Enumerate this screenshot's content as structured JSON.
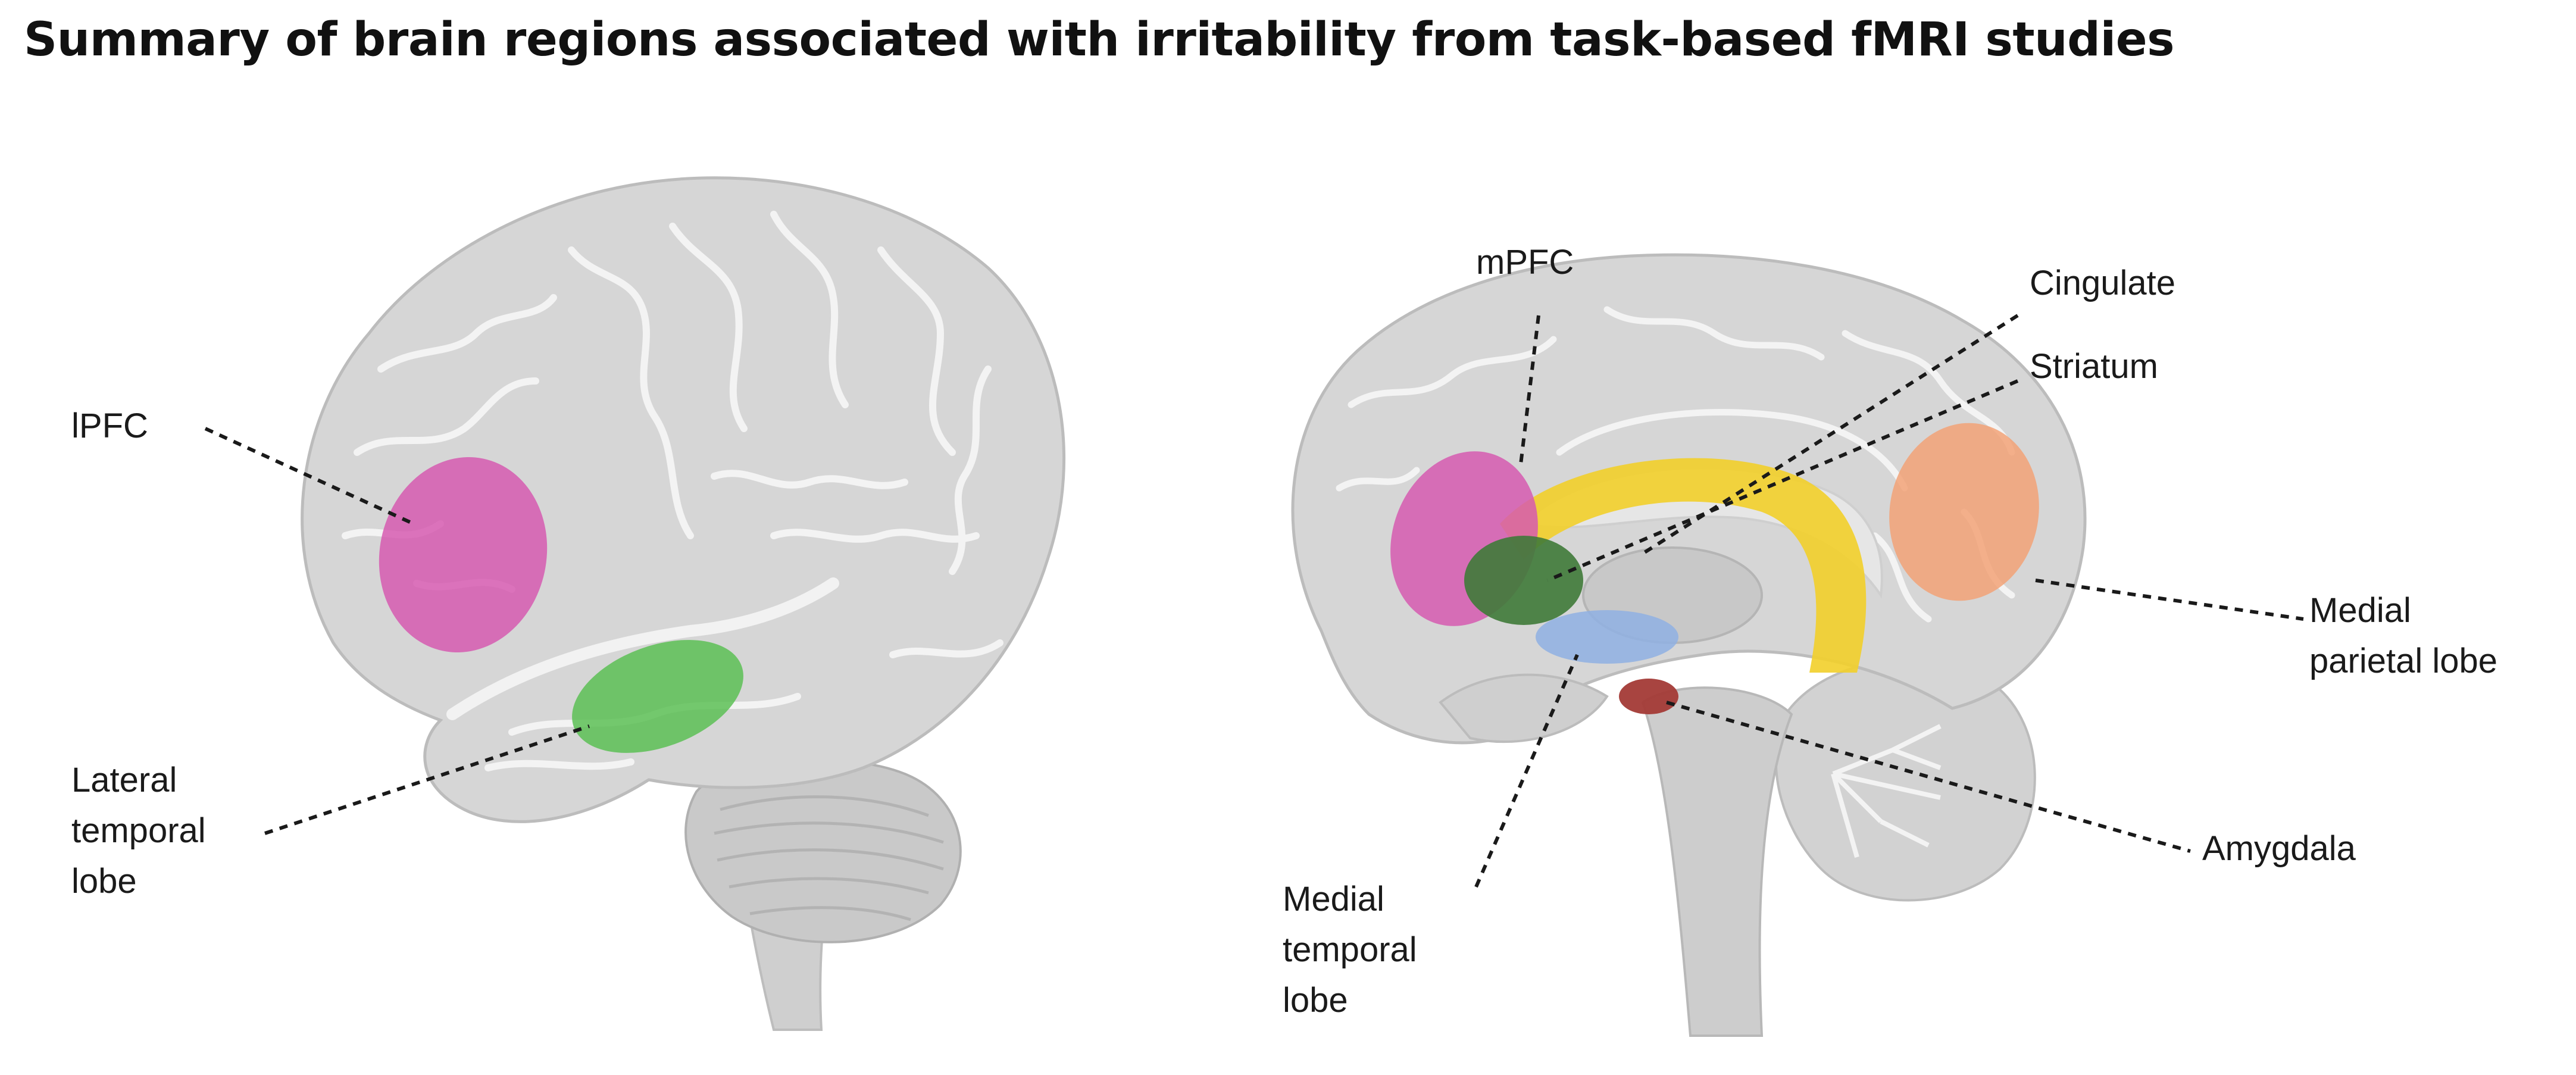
{
  "title": "Summary of brain regions associated with irritability from task-based fMRI studies",
  "colors": {
    "magenta": "#d65ab0",
    "green": "#5cbf55",
    "dark_green": "#3f7a38",
    "yellow": "#f2cf2a",
    "orange": "#f2a277",
    "blue": "#8fb0e3",
    "red": "#a33a36",
    "brain_fill": "#d6d6d6",
    "brain_fold": "#f4f4f4"
  },
  "lateral_view": {
    "labels": {
      "lpfc": "lPFC",
      "lateral_temporal": [
        "Lateral",
        "temporal",
        "lobe"
      ]
    }
  },
  "medial_view": {
    "labels": {
      "mpfc": "mPFC",
      "cingulate": "Cingulate",
      "striatum": "Striatum",
      "medial_parietal": [
        "Medial",
        "parietal lobe"
      ],
      "amygdala": "Amygdala",
      "medial_temporal": [
        "Medial",
        "temporal",
        "lobe"
      ]
    }
  }
}
